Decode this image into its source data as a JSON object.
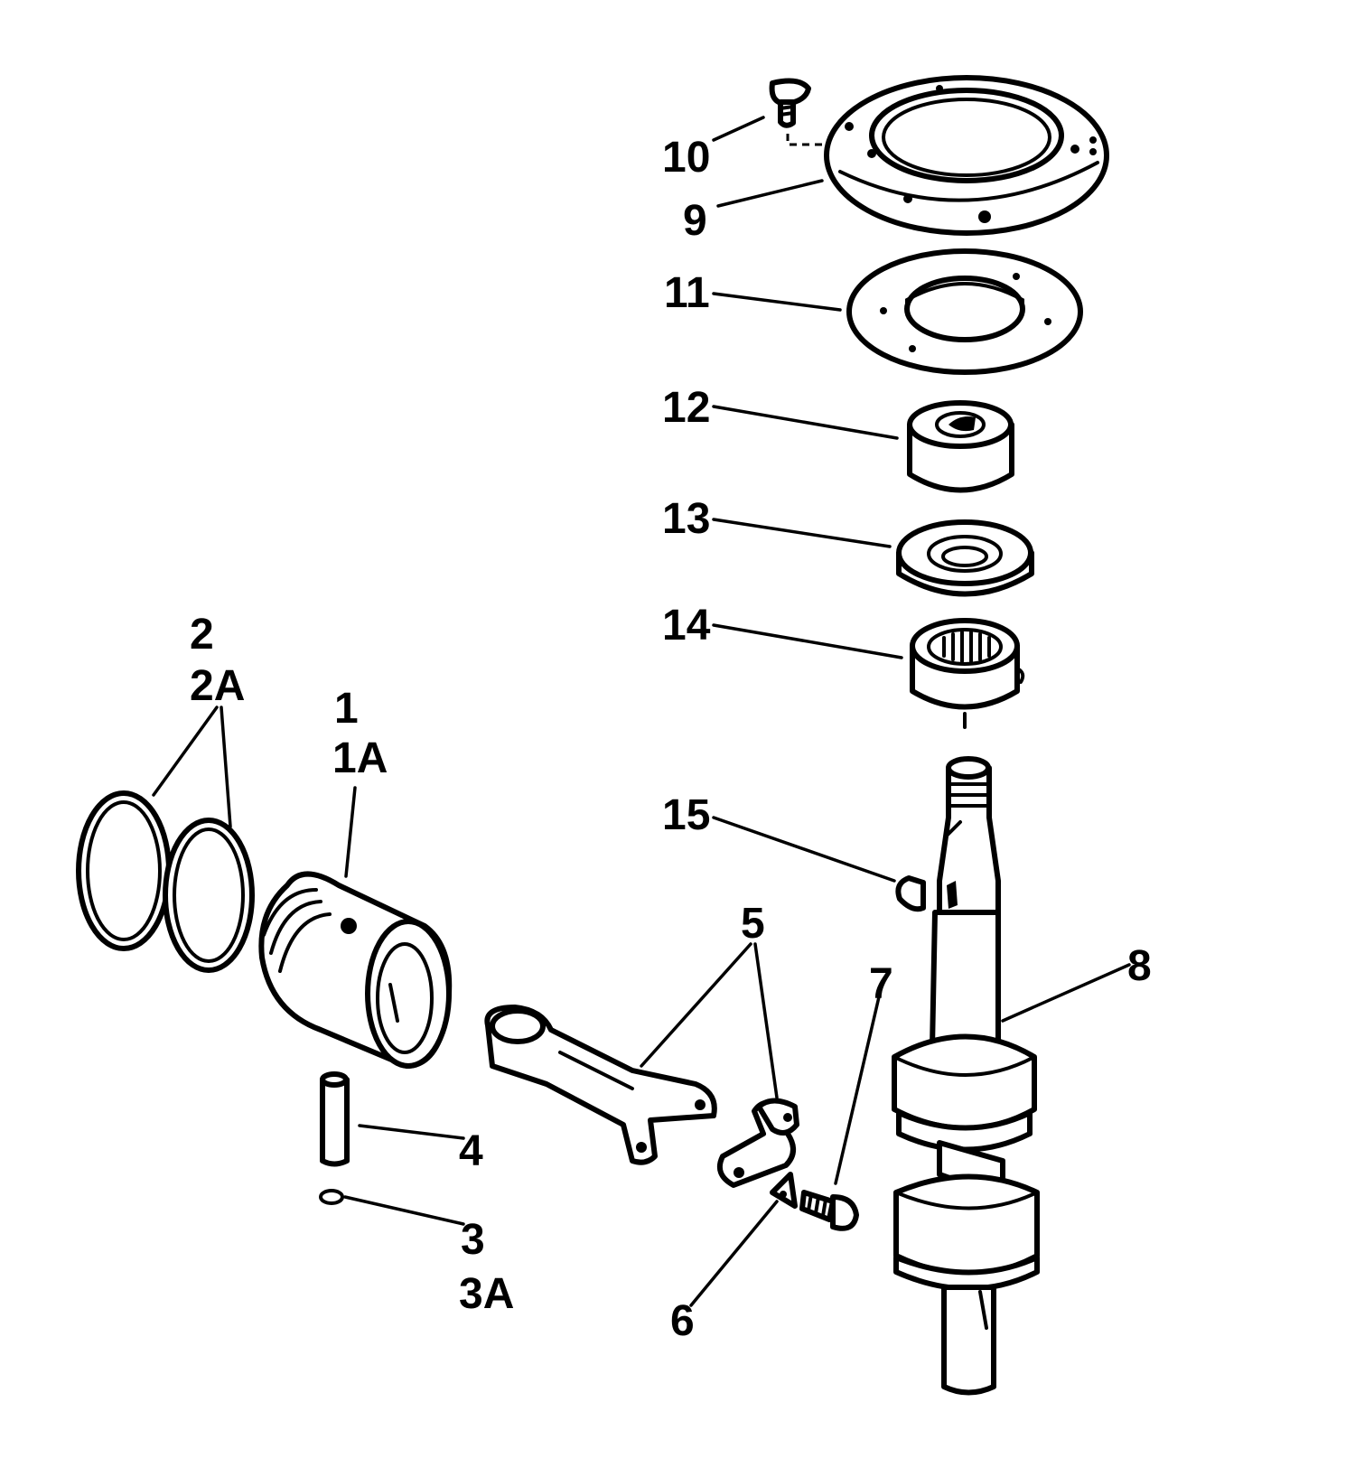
{
  "callouts": {
    "c1": "1",
    "c1a": "1A",
    "c2": "2",
    "c2a": "2A",
    "c3": "3",
    "c3a": "3A",
    "c4": "4",
    "c5": "5",
    "c6": "6",
    "c7": "7",
    "c8": "8",
    "c9": "9",
    "c10": "10",
    "c11": "11",
    "c12": "12",
    "c13": "13",
    "c14": "14",
    "c15": "15"
  }
}
